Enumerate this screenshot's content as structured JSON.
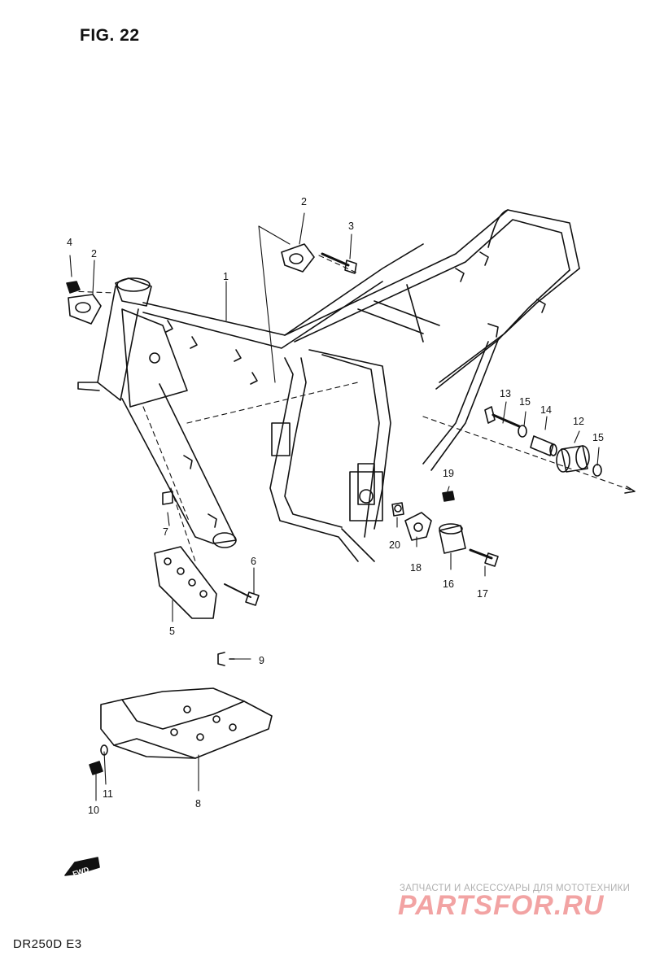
{
  "figure": {
    "title": "FIG. 22",
    "model": "DR250D  E3"
  },
  "watermark": {
    "line1": "ЗАПЧАСТИ И АКСЕССУАРЫ ДЛЯ МОТОТЕХНИКИ",
    "line2": "PARTSFOR.RU"
  },
  "fwd_label": "FWD",
  "callouts": [
    {
      "id": "c1",
      "label": "1"
    },
    {
      "id": "c2a",
      "label": "2"
    },
    {
      "id": "c2b",
      "label": "2"
    },
    {
      "id": "c3",
      "label": "3"
    },
    {
      "id": "c4",
      "label": "4"
    },
    {
      "id": "c5",
      "label": "5"
    },
    {
      "id": "c6",
      "label": "6"
    },
    {
      "id": "c7",
      "label": "7"
    },
    {
      "id": "c8",
      "label": "8"
    },
    {
      "id": "c9",
      "label": "9"
    },
    {
      "id": "c10",
      "label": "10"
    },
    {
      "id": "c11",
      "label": "11"
    },
    {
      "id": "c12",
      "label": "12"
    },
    {
      "id": "c13",
      "label": "13"
    },
    {
      "id": "c14",
      "label": "14"
    },
    {
      "id": "c15a",
      "label": "15"
    },
    {
      "id": "c15b",
      "label": "15"
    },
    {
      "id": "c16",
      "label": "16"
    },
    {
      "id": "c17",
      "label": "17"
    },
    {
      "id": "c18",
      "label": "18"
    },
    {
      "id": "c19",
      "label": "19"
    },
    {
      "id": "c20",
      "label": "20"
    }
  ]
}
